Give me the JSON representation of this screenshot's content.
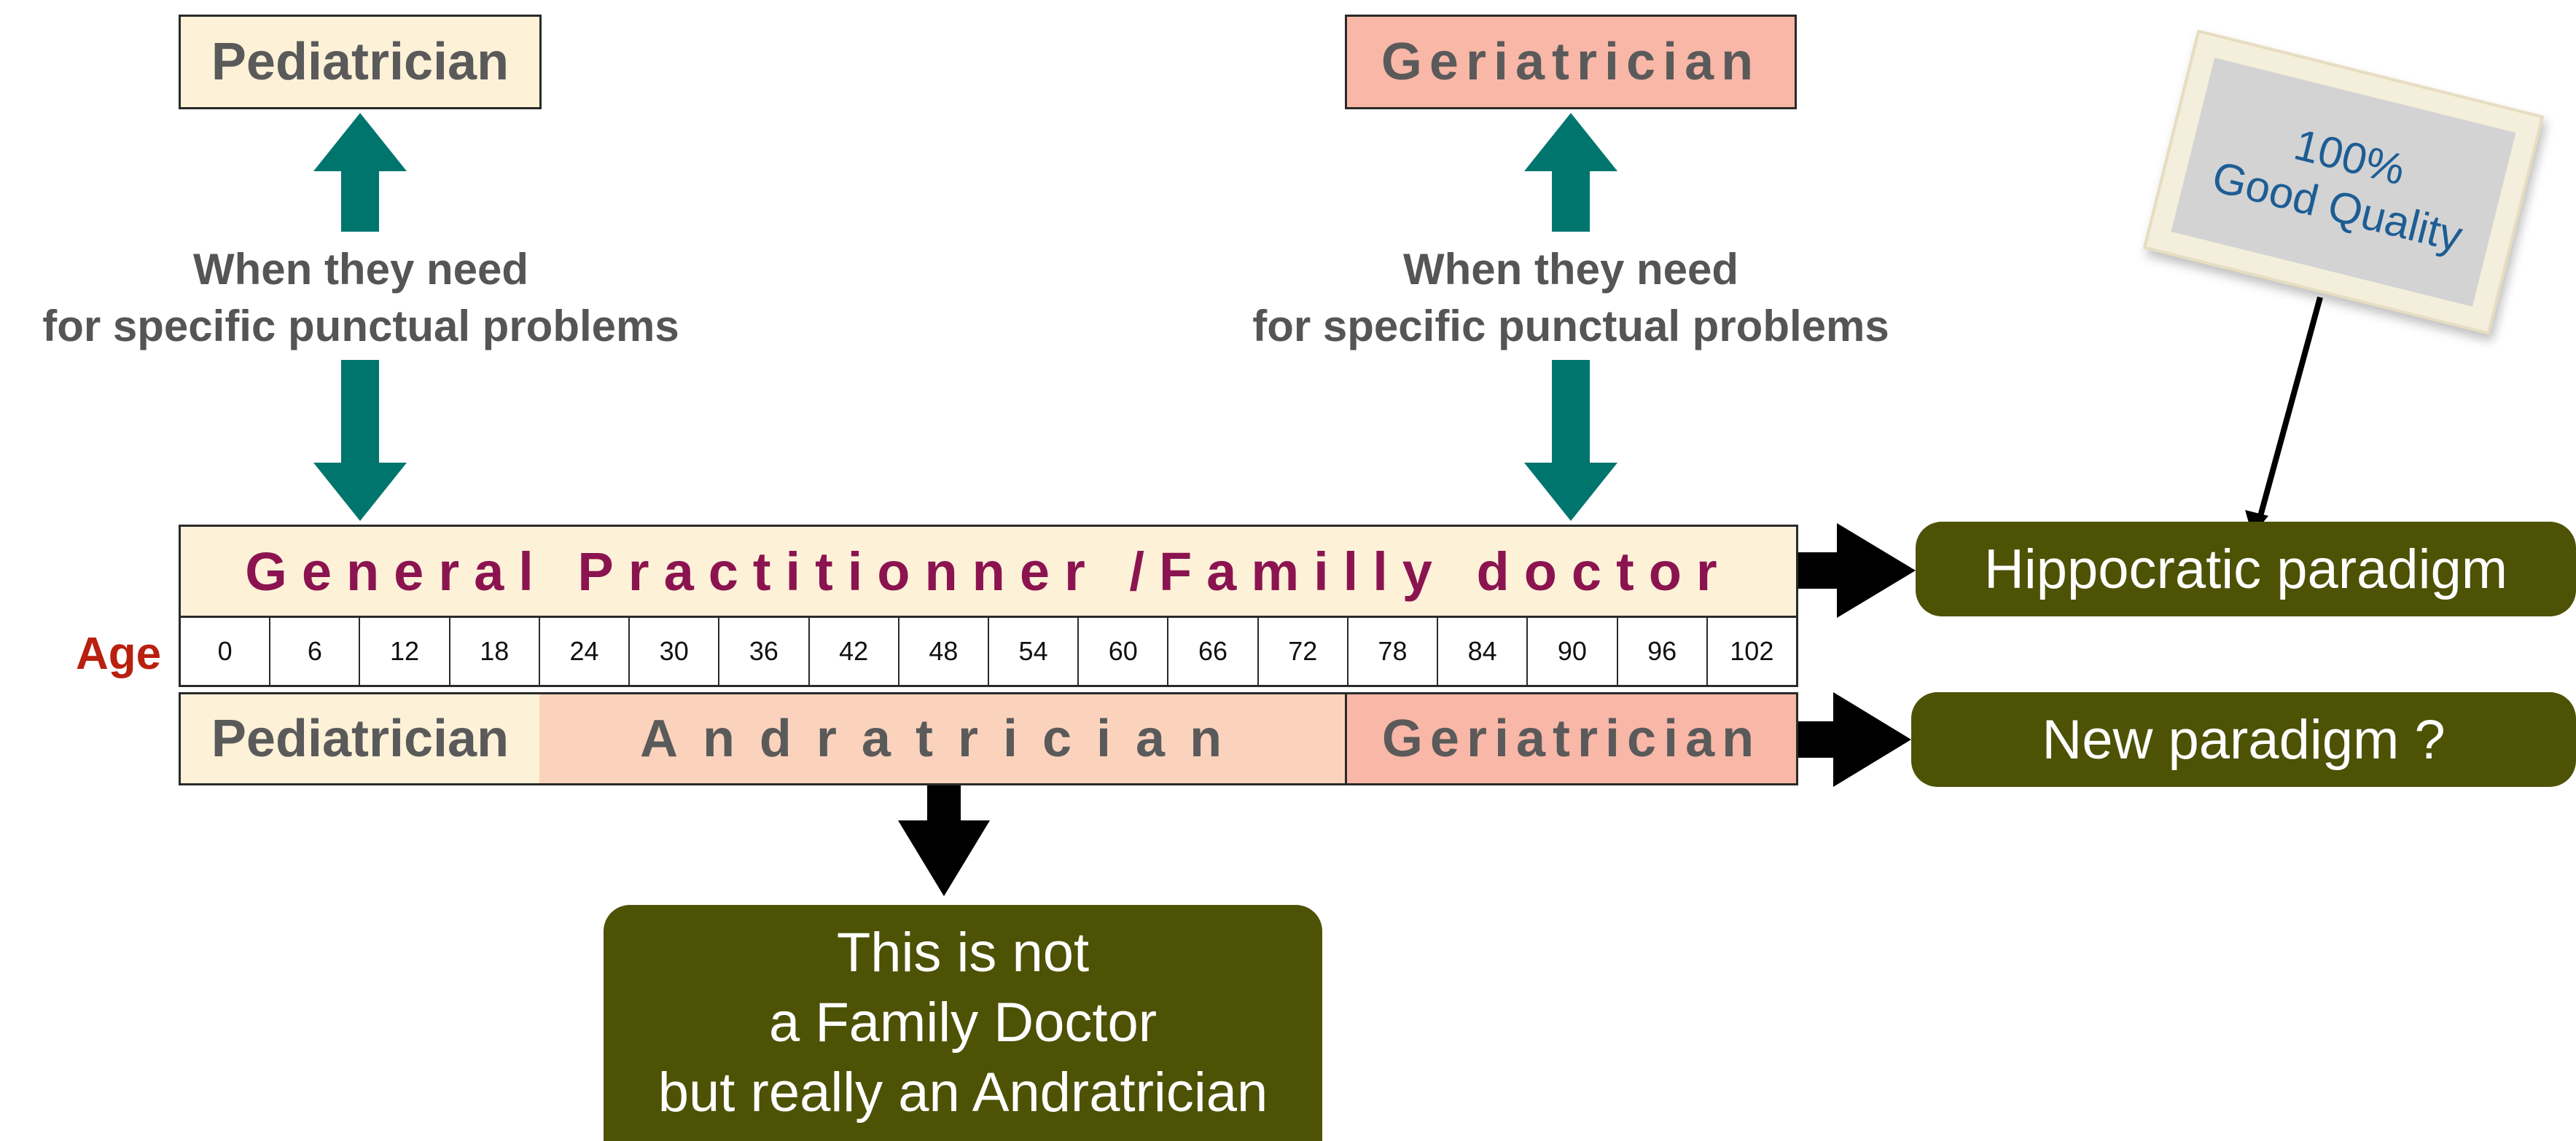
{
  "top_boxes": {
    "pediatrician": "Pediatrician",
    "geriatrician": "Geriatrician"
  },
  "captions": {
    "left_line1": "When they need",
    "left_line2": "for specific punctual problems",
    "right_line1": "When they need",
    "right_line2": "for specific punctual problems"
  },
  "sign": {
    "line1": "100%",
    "line2": "Good Quality"
  },
  "gp_bar": "General Practitionner /Familly doctor",
  "age_label": "Age",
  "ages": [
    "0",
    "6",
    "12",
    "18",
    "24",
    "30",
    "36",
    "42",
    "48",
    "54",
    "60",
    "66",
    "72",
    "78",
    "84",
    "90",
    "96",
    "102"
  ],
  "bottom_bar": {
    "pediatrician": "Pediatrician",
    "andratrician": "Andratrician",
    "geriatrician": "Geriatrician"
  },
  "pills": {
    "hippocratic": "Hippocratic paradigm",
    "new_paradigm": "New paradigm ?",
    "note_line1": "This is not",
    "note_line2": "a Family Doctor",
    "note_line3": "but really an Andratrician"
  },
  "colors": {
    "arrow_teal": "#00756e",
    "pill_olive": "#4d5205",
    "gp_text": "#8b1450",
    "age_red": "#b8200f",
    "sign_text": "#1d5d94"
  }
}
